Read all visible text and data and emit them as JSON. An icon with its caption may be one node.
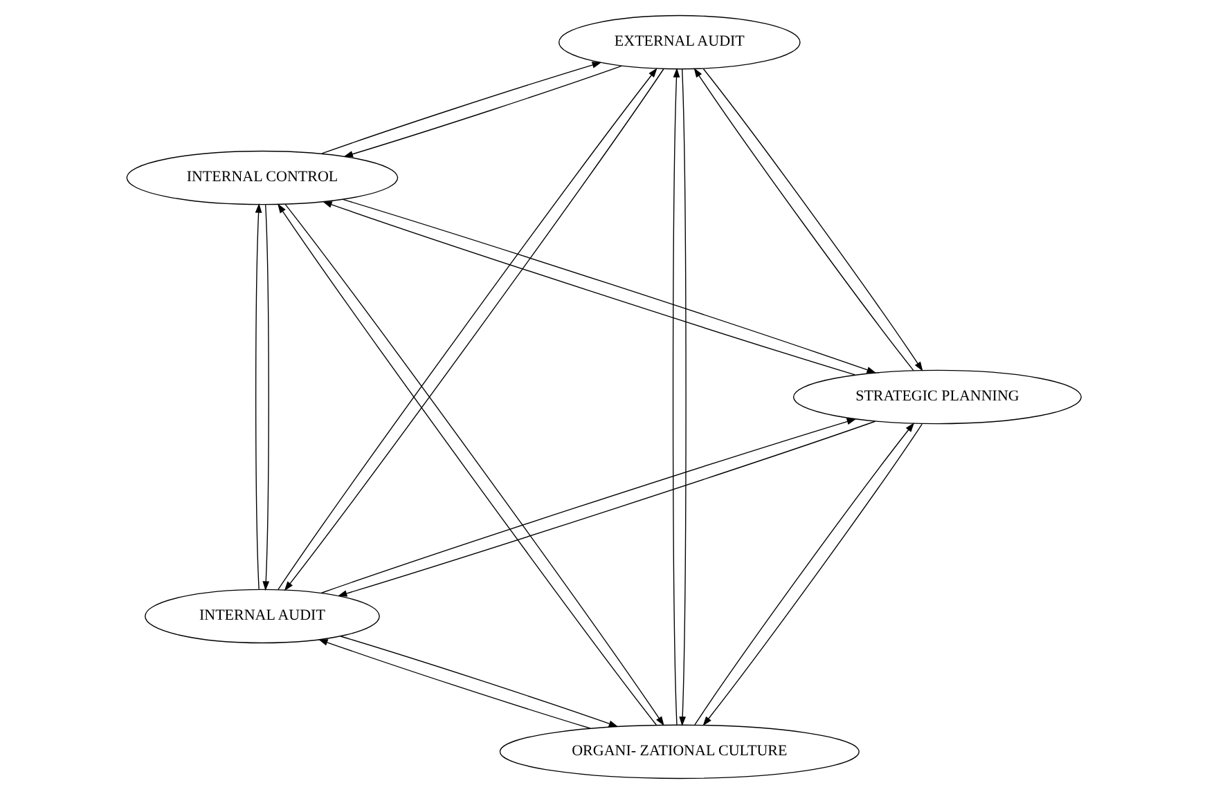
{
  "diagram": {
    "nodes": [
      {
        "text": [
          "ORGANI- ZATIONAL CULTURE"
        ]
      },
      {
        "text": [
          "STRATEGIC PLANNING"
        ]
      },
      {
        "text": [
          "INTERNAL CONTROL"
        ]
      },
      {
        "text": [
          "EXTERNAL AUDIT"
        ]
      },
      {
        "text": [
          "INTERNAL AUDIT"
        ]
      }
    ],
    "edges": [
      {
        "from": 1,
        "to": 0,
        "arrow": "to"
      },
      {
        "from": 0,
        "to": 1,
        "arrow": "to"
      },
      {
        "from": 0,
        "to": 2,
        "arrow": "to"
      },
      {
        "from": 2,
        "to": 0,
        "arrow": "to"
      },
      {
        "from": 1,
        "to": 2,
        "arrow": "to"
      },
      {
        "from": 2,
        "to": 1,
        "arrow": "to"
      },
      {
        "from": 1,
        "to": 3,
        "arrow": "to"
      },
      {
        "from": 3,
        "to": 1,
        "arrow": "to"
      },
      {
        "from": 1,
        "to": 4,
        "arrow": "to"
      },
      {
        "from": 4,
        "to": 1,
        "arrow": "to"
      },
      {
        "from": 3,
        "to": 0,
        "arrow": "to"
      },
      {
        "from": 0,
        "to": 3,
        "arrow": "to"
      },
      {
        "from": 4,
        "to": 0,
        "arrow": "to"
      },
      {
        "from": 0,
        "to": 4,
        "arrow": "to"
      },
      {
        "from": 2,
        "to": 3,
        "arrow": "to"
      },
      {
        "from": 3,
        "to": 2,
        "arrow": "to"
      },
      {
        "from": 4,
        "to": 3,
        "arrow": "to"
      },
      {
        "from": 3,
        "to": 4,
        "arrow": "to"
      },
      {
        "from": 4,
        "to": 2,
        "arrow": "to"
      },
      {
        "from": 2,
        "to": 4,
        "arrow": "to"
      }
    ]
  }
}
